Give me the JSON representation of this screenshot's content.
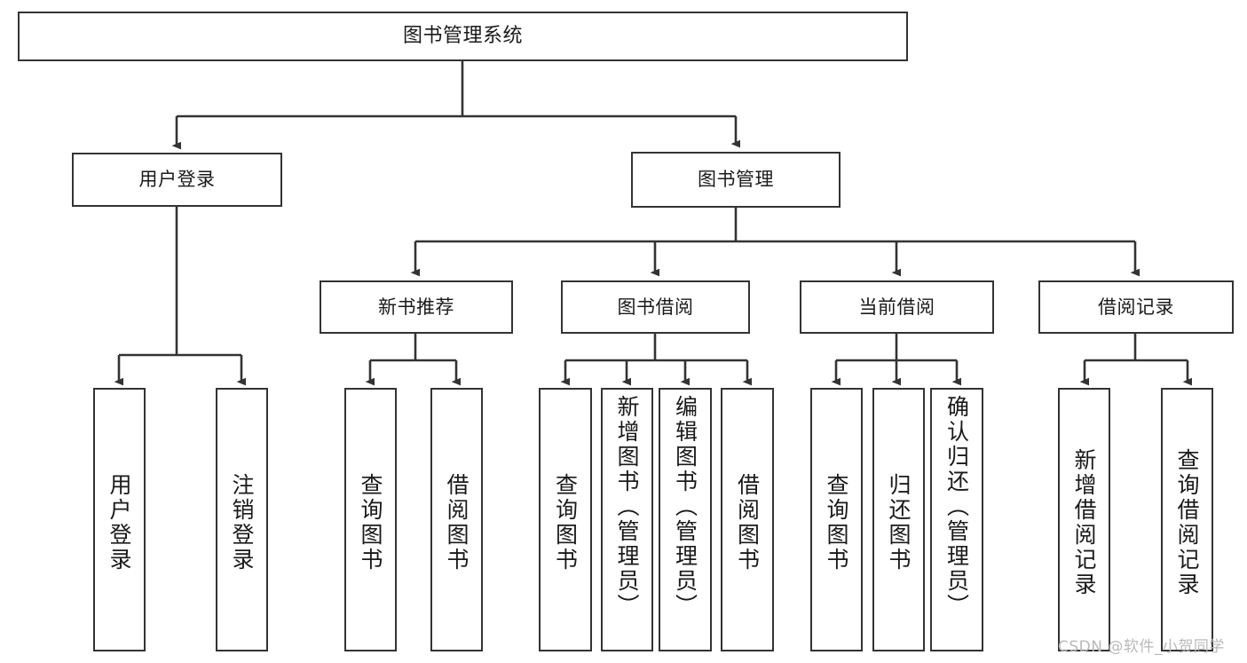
{
  "diagram": {
    "type": "tree-hierarchy-chart",
    "title": "图书管理系统",
    "line_color": "#333333",
    "box_fill": "#ffffff",
    "text_color": "#1a1a1a",
    "root": {
      "label": "图书管理系统"
    },
    "level1": [
      {
        "label": "用户登录"
      },
      {
        "label": "图书管理"
      }
    ],
    "level2": [
      {
        "label": "新书推荐"
      },
      {
        "label": "图书借阅"
      },
      {
        "label": "当前借阅"
      },
      {
        "label": "借阅记录"
      }
    ],
    "leaves": {
      "user_login": [
        {
          "label": "用户登录"
        },
        {
          "label": "注销登录"
        }
      ],
      "new_book_recommend": [
        {
          "label": "查询图书"
        },
        {
          "label": "借阅图书"
        }
      ],
      "book_borrow": [
        {
          "label": "查询图书"
        },
        {
          "label": "新增图书（管理员）"
        },
        {
          "label": "编辑图书（管理员）"
        },
        {
          "label": "借阅图书"
        }
      ],
      "current_borrow": [
        {
          "label": "查询图书"
        },
        {
          "label": "归还图书"
        },
        {
          "label": "确认归还（管理员）"
        }
      ],
      "borrow_record": [
        {
          "label": "新增借阅记录"
        },
        {
          "label": "查询借阅记录"
        }
      ]
    }
  },
  "watermark": {
    "text": "CSDN @软件_小贺同学",
    "color": "#b9b9b9"
  }
}
